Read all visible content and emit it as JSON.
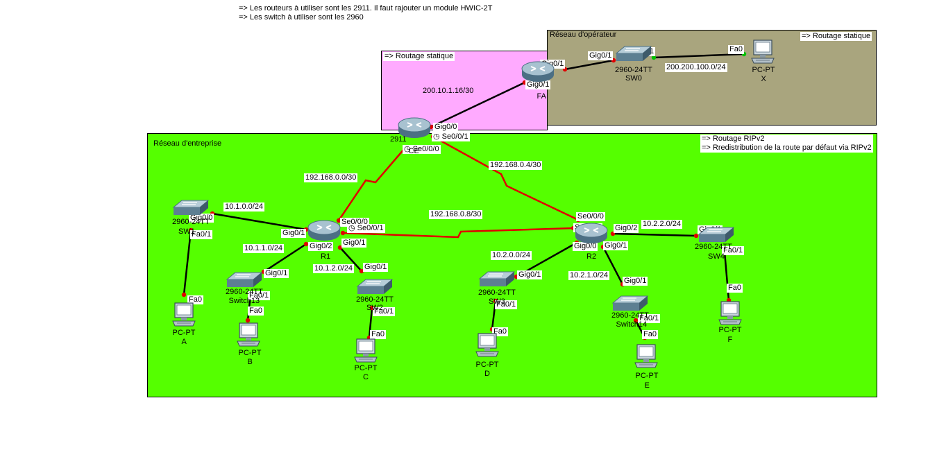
{
  "top_notes": [
    "=> Les routeurs à utiliser sont les 2911. Il faut rajouter un module HWIC-2T",
    "=> Les switch à utiliser sont les 2960"
  ],
  "areas": {
    "operator": {
      "title": "Réseau d'opérateur",
      "note": "=> Routage statique",
      "color": "#a9a57e"
    },
    "pink": {
      "note": "=> Routage statique",
      "color": "#ffaaff"
    },
    "enterprise": {
      "title": "Réseau d'entreprise",
      "note1": "=> Routage RIPv2",
      "note2": "=> Rredistribution de la route par défaut via RIPv2",
      "color": "#55ff00"
    }
  },
  "colors": {
    "link": "#000000",
    "serial": "#e00000",
    "port_up": "#e00000",
    "port_green": "#00c000"
  },
  "devices": [
    {
      "id": "FAI",
      "kind": "router",
      "model": "",
      "name": "FAI"
    },
    {
      "id": "CE",
      "kind": "router",
      "model": "2911",
      "name": "CE"
    },
    {
      "id": "R1",
      "kind": "router",
      "model": "",
      "name": "R1"
    },
    {
      "id": "R2",
      "kind": "router",
      "model": "",
      "name": "R2"
    },
    {
      "id": "SW0",
      "kind": "switch",
      "model": "2960-24TT",
      "name": "SW0"
    },
    {
      "id": "SW1",
      "kind": "switch",
      "model": "2960-24TT",
      "name": "SW1"
    },
    {
      "id": "Switch13",
      "kind": "switch",
      "model": "2960-24TT",
      "name": "Switch13"
    },
    {
      "id": "SW2",
      "kind": "switch",
      "model": "2960-24TT",
      "name": "SW2"
    },
    {
      "id": "SW3",
      "kind": "switch",
      "model": "2960-24TT",
      "name": "SW3"
    },
    {
      "id": "Switch14",
      "kind": "switch",
      "model": "2960-24TT",
      "name": "Switch14"
    },
    {
      "id": "SW4",
      "kind": "switch",
      "model": "2960-24TT",
      "name": "SW4"
    },
    {
      "id": "X",
      "kind": "pc",
      "model": "PC-PT",
      "name": "X"
    },
    {
      "id": "A",
      "kind": "pc",
      "model": "PC-PT",
      "name": "A"
    },
    {
      "id": "B",
      "kind": "pc",
      "model": "PC-PT",
      "name": "B"
    },
    {
      "id": "C",
      "kind": "pc",
      "model": "PC-PT",
      "name": "C"
    },
    {
      "id": "D",
      "kind": "pc",
      "model": "PC-PT",
      "name": "D"
    },
    {
      "id": "E",
      "kind": "pc",
      "model": "PC-PT",
      "name": "E"
    },
    {
      "id": "F",
      "kind": "pc",
      "model": "PC-PT",
      "name": "F"
    }
  ],
  "links": [
    {
      "a": "FAI",
      "a_port": "Gig0/1",
      "b": "SW0",
      "b_port": "Gig0/1",
      "type": "ethernet",
      "subnet": ""
    },
    {
      "a": "SW0",
      "a_port": "Fa0/1",
      "b": "X",
      "b_port": "Fa0",
      "type": "ethernet",
      "subnet": "200.200.100.0/24"
    },
    {
      "a": "CE",
      "a_port": "Gig0/0",
      "b": "FAI",
      "b_port": "Gig0/1",
      "type": "ethernet",
      "subnet": "200.10.1.16/30"
    },
    {
      "a": "CE",
      "a_port": "Se0/0/0",
      "b": "R1",
      "b_port": "Se0/0/0",
      "type": "serial",
      "subnet": "192.168.0.0/30"
    },
    {
      "a": "CE",
      "a_port": "Se0/0/1",
      "b": "R2",
      "b_port": "Se0/0/0",
      "type": "serial",
      "subnet": "192.168.0.4/30"
    },
    {
      "a": "R1",
      "a_port": "Se0/0/1",
      "b": "R2",
      "b_port": "Se0/0/1",
      "type": "serial",
      "subnet": "192.168.0.8/30"
    },
    {
      "a": "R1",
      "a_port": "Gig0/0",
      "b": "SW1",
      "b_port": "Gig0/1",
      "type": "ethernet",
      "subnet": "10.1.0.0/24"
    },
    {
      "a": "R1",
      "a_port": "Gig0/2",
      "b": "Switch13",
      "b_port": "Gig0/1",
      "type": "ethernet",
      "subnet": "10.1.1.0/24"
    },
    {
      "a": "R1",
      "a_port": "Gig0/1",
      "b": "SW2",
      "b_port": "Gig0/1",
      "type": "ethernet",
      "subnet": "10.1.2.0/24"
    },
    {
      "a": "R2",
      "a_port": "Gig0/0",
      "b": "SW3",
      "b_port": "Gig0/1",
      "type": "ethernet",
      "subnet": "10.2.0.0/24"
    },
    {
      "a": "R2",
      "a_port": "Gig0/1",
      "b": "Switch14",
      "b_port": "Gig0/1",
      "type": "ethernet",
      "subnet": "10.2.1.0/24"
    },
    {
      "a": "R2",
      "a_port": "Gig0/2",
      "b": "SW4",
      "b_port": "Gig0/1",
      "type": "ethernet",
      "subnet": "10.2.2.0/24"
    },
    {
      "a": "SW1",
      "a_port": "Fa0/1",
      "b": "A",
      "b_port": "Fa0",
      "type": "ethernet",
      "subnet": ""
    },
    {
      "a": "Switch13",
      "a_port": "Fa0/1",
      "b": "B",
      "b_port": "Fa0",
      "type": "ethernet",
      "subnet": ""
    },
    {
      "a": "SW2",
      "a_port": "Fa0/1",
      "b": "C",
      "b_port": "Fa0",
      "type": "ethernet",
      "subnet": ""
    },
    {
      "a": "SW3",
      "a_port": "Fa0/1",
      "b": "D",
      "b_port": "Fa0",
      "type": "ethernet",
      "subnet": ""
    },
    {
      "a": "Switch14",
      "a_port": "Fa0/1",
      "b": "E",
      "b_port": "Fa0",
      "type": "ethernet",
      "subnet": ""
    },
    {
      "a": "SW4",
      "a_port": "Fa0/1",
      "b": "F",
      "b_port": "Fa0",
      "type": "ethernet",
      "subnet": ""
    }
  ]
}
